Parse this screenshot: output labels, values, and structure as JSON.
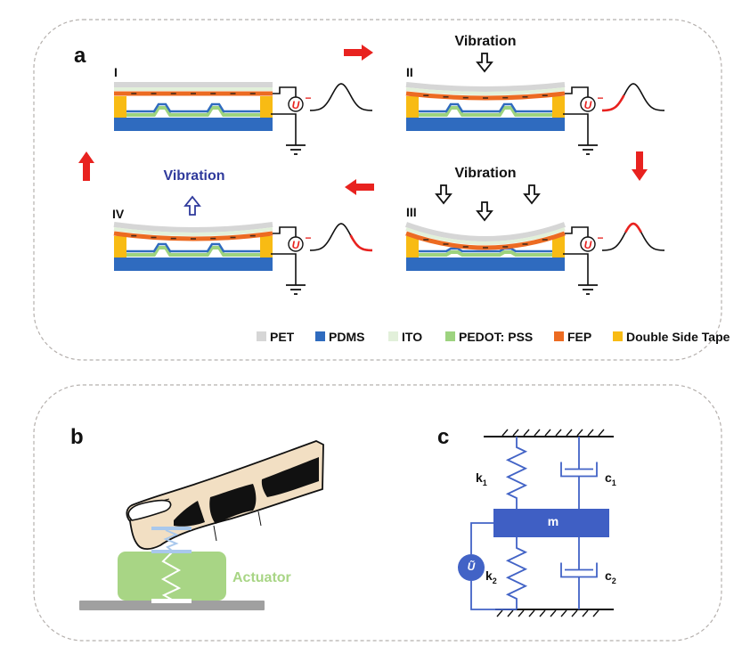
{
  "panel_a": {
    "label": "a",
    "stages": [
      {
        "numeral": "I",
        "vibration_label": "",
        "highlight": "none"
      },
      {
        "numeral": "II",
        "vibration_label": "Vibration",
        "highlight": "rise"
      },
      {
        "numeral": "III",
        "vibration_label": "Vibration",
        "highlight": "peak"
      },
      {
        "numeral": "IV",
        "vibration_label": "Vibration",
        "highlight": "fall"
      }
    ],
    "source_symbol": "U",
    "source_sign": "−",
    "legend": [
      {
        "label": "PET",
        "color": "#d6d6d6"
      },
      {
        "label": "PDMS",
        "color": "#2f6bbf"
      },
      {
        "label": "ITO",
        "color": "#e2f0da"
      },
      {
        "label": "PEDOT: PSS",
        "color": "#9dd37f"
      },
      {
        "label": "FEP",
        "color": "#ec6b22"
      },
      {
        "label": "Double Side Tape",
        "color": "#f8bb14"
      }
    ],
    "colors": {
      "cycle_arrow": "#e8221f",
      "wave": "#111111",
      "wave_highlight": "#e8221f",
      "vibration_up": "#2f3a9c"
    }
  },
  "panel_b": {
    "label": "b",
    "actuator_label": "Actuator",
    "colors": {
      "actuator": "#a8d585",
      "skin_spring": "#a9c8ec",
      "base": "#a0a0a0",
      "skin": "#f2dfc3"
    }
  },
  "panel_c": {
    "label": "c",
    "mass_label": "m",
    "spring_top": {
      "name": "k",
      "sub": "1"
    },
    "spring_bottom": {
      "name": "k",
      "sub": "2"
    },
    "damper_top": {
      "name": "c",
      "sub": "1"
    },
    "damper_bottom": {
      "name": "c",
      "sub": "2"
    },
    "source_label": "Ũ",
    "colors": {
      "element": "#4263c6",
      "mass": "#3f5fc4"
    }
  }
}
